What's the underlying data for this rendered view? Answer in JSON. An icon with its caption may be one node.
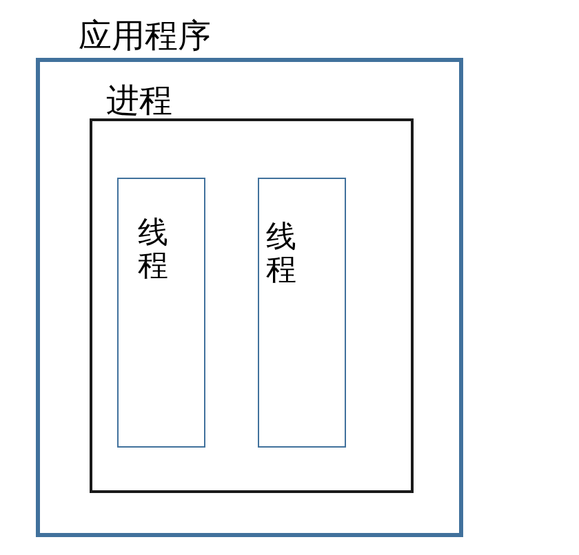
{
  "diagram": {
    "nodes": [
      {
        "text": [
          "应用程序"
        ]
      },
      {
        "text": [
          "进程"
        ],
        "in": 0
      },
      {
        "text": [
          "线程"
        ],
        "in": 1
      },
      {
        "text": [
          "线程"
        ],
        "in": 1
      }
    ]
  }
}
